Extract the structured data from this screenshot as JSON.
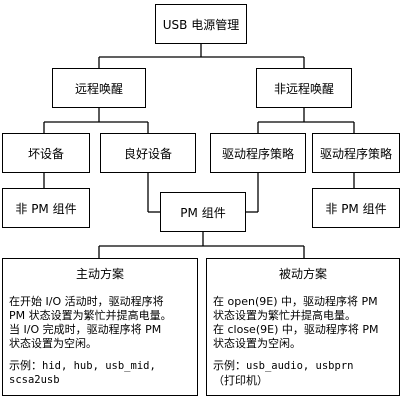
{
  "diagram": {
    "root": "USB 电源管理",
    "remote_wakeup": "远程唤醒",
    "no_remote_wakeup": "非远程唤醒",
    "bad_device": "坏设备",
    "good_device": "良好设备",
    "driver_policy_1": "驱动程序策略",
    "driver_policy_2": "驱动程序策略",
    "non_pm_left": "非 PM 组件",
    "non_pm_right": "非 PM 组件",
    "pm_component": "PM 组件",
    "active": {
      "title": "主动方案",
      "lines": [
        "在开始 I/O 活动时，驱动程序将",
        "PM 状态设置为繁忙并提高电量。",
        "当 I/O 完成时，驱动程序将 PM",
        "状态设置为空闲。"
      ],
      "example_label": "示例：",
      "example_code_1": "hid, hub, usb_mid,",
      "example_code_2": "scsa2usb"
    },
    "passive": {
      "title": "被动方案",
      "lines": [
        "在 open(9E) 中，驱动程序将 PM",
        "状态设置为繁忙并提高电量。",
        "在 close(9E) 中，驱动程序将 PM",
        "状态设置为空闲。"
      ],
      "example_label": "示例：",
      "example_code_1": "usb_audio, usbprn",
      "example_code_2": "（打印机）"
    }
  }
}
